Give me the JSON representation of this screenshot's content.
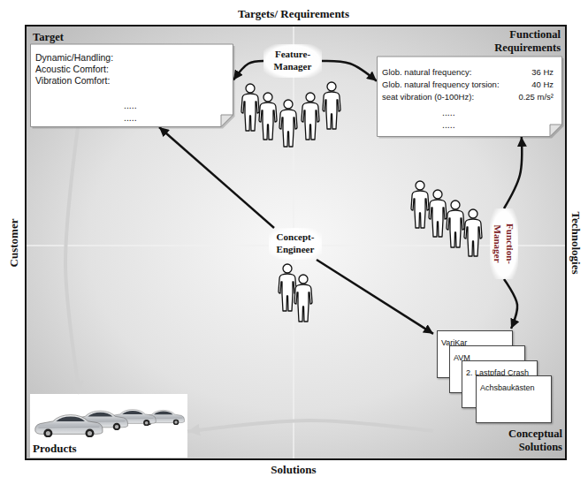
{
  "diagram": {
    "nodes": [
      {
        "text": [
          "Target",
          "Dynamic/Handling:",
          "Acoustic Comfort:",
          "Vibration Comfort:",
          ".....",
          "....."
        ]
      },
      {
        "text": [
          "Feature- Manager"
        ]
      },
      {
        "text": [
          "Functional Requirements",
          "Glob. natural frequency:",
          "36 Hz",
          "Glob. natural frequency torsion:",
          "40 Hz",
          "seat vibration (0-100Hz):",
          "0.25 m/s²",
          ".....",
          "....."
        ]
      },
      {
        "text": [
          "Concept- Engineer"
        ]
      },
      {
        "text": [
          "Function- Manager"
        ]
      },
      {
        "text": [
          "Conceptual Solutions"
        ]
      },
      {
        "text": [
          "VariKar"
        ],
        "in": 5
      },
      {
        "text": [
          "AVM"
        ],
        "in": 5
      },
      {
        "text": [
          "2. Lastpfad Crash"
        ],
        "in": 5
      },
      {
        "text": [
          "Achsbaukästen"
        ],
        "in": 5
      },
      {
        "text": [
          "Products"
        ]
      }
    ],
    "edges": [
      {
        "from": 1,
        "to": 0,
        "arrow": "to"
      },
      {
        "from": 1,
        "to": 2,
        "arrow": "to"
      },
      {
        "from": 3,
        "to": 0,
        "arrow": "to"
      },
      {
        "from": 3,
        "to": 5,
        "arrow": "to"
      },
      {
        "from": 4,
        "to": 2,
        "arrow": "to"
      },
      {
        "from": 4,
        "to": 5,
        "arrow": "to"
      },
      {
        "from": 0,
        "to": 10,
        "arrow": "to"
      },
      {
        "from": 5,
        "to": 10,
        "arrow": "to"
      }
    ],
    "labels": [
      "Targets/ Requirements",
      "Customer",
      "Technologies",
      "Solutions"
    ]
  }
}
